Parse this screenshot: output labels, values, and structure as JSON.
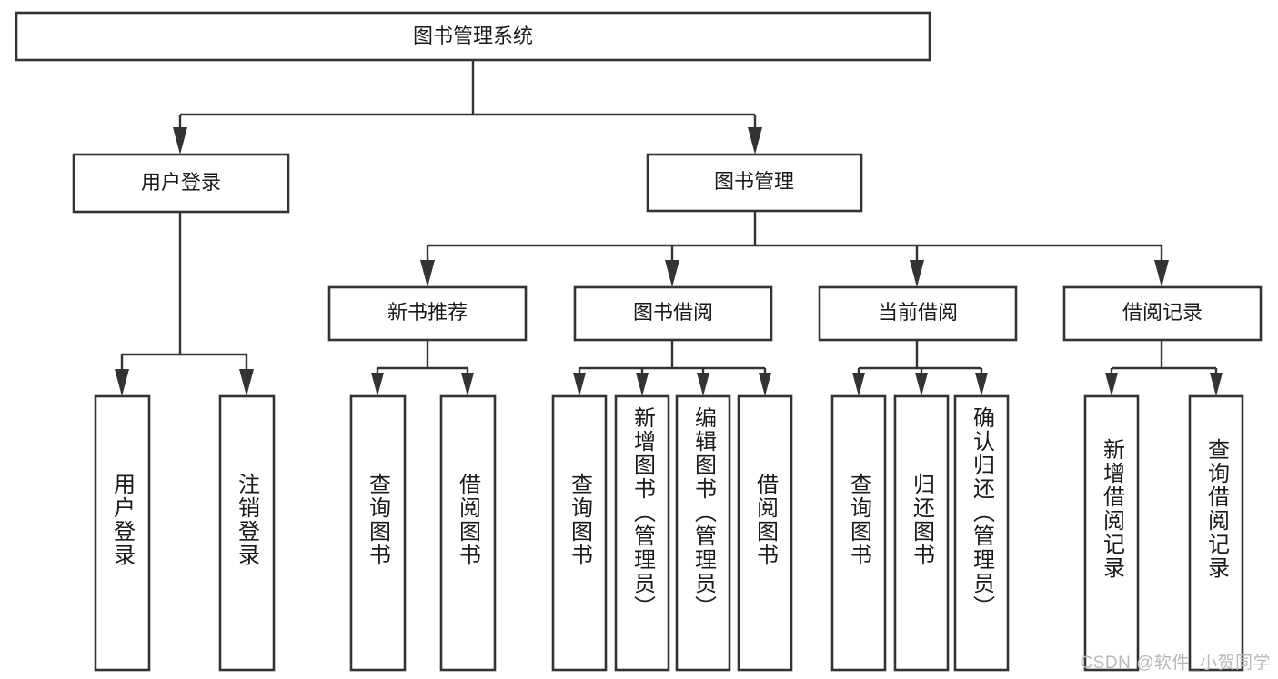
{
  "diagram": {
    "title_text": "图书管理系统",
    "watermark": "CSDN @软件_小贺同学",
    "colors": {
      "box_stroke": "#333333",
      "box_fill": "#ffffff",
      "connector": "#333333",
      "text": "#1a1a1a",
      "watermark": "#b8b8b8",
      "background": "#ffffff"
    },
    "level1": {
      "root": {
        "label": "图书管理系统"
      }
    },
    "level2": [
      {
        "label": "用户登录"
      },
      {
        "label": "图书管理"
      }
    ],
    "level3": [
      {
        "label": "新书推荐"
      },
      {
        "label": "图书借阅"
      },
      {
        "label": "当前借阅"
      },
      {
        "label": "借阅记录"
      }
    ],
    "leaves": {
      "user_login": [
        {
          "label": "用户登录"
        },
        {
          "label": "注销登录"
        }
      ],
      "new_book_recommend": [
        {
          "label": "查询图书"
        },
        {
          "label": "借阅图书"
        }
      ],
      "book_borrow": [
        {
          "label": "查询图书"
        },
        {
          "label": "新增图书（管理员）"
        },
        {
          "label": "编辑图书（管理员）"
        },
        {
          "label": "借阅图书"
        }
      ],
      "current_borrow": [
        {
          "label": "查询图书"
        },
        {
          "label": "归还图书"
        },
        {
          "label": "确认归还（管理员）"
        }
      ],
      "borrow_record": [
        {
          "label": "新增借阅记录"
        },
        {
          "label": "查询借阅记录"
        }
      ]
    }
  }
}
